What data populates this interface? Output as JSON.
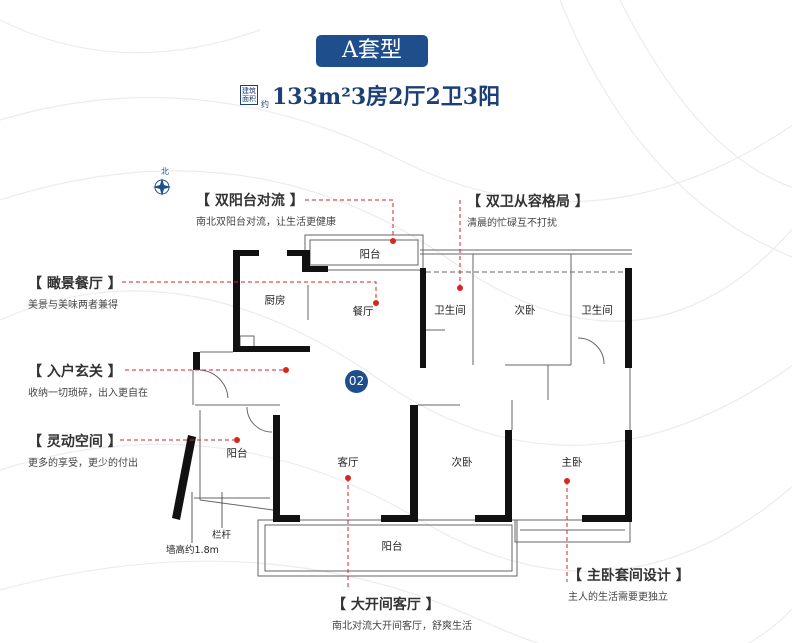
{
  "header": {
    "type_label": "A套型",
    "area_tag_line1": "建筑",
    "area_tag_line2": "面积",
    "area_tag_suffix": "约",
    "summary": "133m²3房2厅2卫3阳"
  },
  "compass": {
    "north_label": "北"
  },
  "plan": {
    "unit_number": "02",
    "rooms": {
      "north_balcony": "阳台",
      "kitchen": "厨房",
      "dining": "餐厅",
      "bathroom_1": "卫生间",
      "bedroom_2": "次卧",
      "bathroom_2": "卫生间",
      "side_balcony": "阳台",
      "living": "客厅",
      "bedroom_3": "次卧",
      "master": "主卧",
      "south_balcony": "阳台"
    },
    "railing_label": "栏杆",
    "wall_height_label": "墙高约1.8m"
  },
  "callouts": [
    {
      "title": "【 双阳台对流 】",
      "desc": "南北双阳台对流，让生活更健康"
    },
    {
      "title": "【 瞰景餐厅 】",
      "desc": "美景与美味两者兼得"
    },
    {
      "title": "【 入户玄关 】",
      "desc": "收纳一切琐碎，出入更自在"
    },
    {
      "title": "【 灵动空间 】",
      "desc": "更多的享受，更少的付出"
    },
    {
      "title": "【 双卫从容格局 】",
      "desc": "清晨的忙碌互不打扰"
    },
    {
      "title": "【 大开间客厅 】",
      "desc": "南北对流大开间客厅，舒爽生活"
    },
    {
      "title": "【 主卧套间设计 】",
      "desc": "主人的生活需要更独立"
    }
  ],
  "colors": {
    "brand": "#1f4e8c",
    "callout_line": "#d9261c",
    "wall": "#111111"
  }
}
